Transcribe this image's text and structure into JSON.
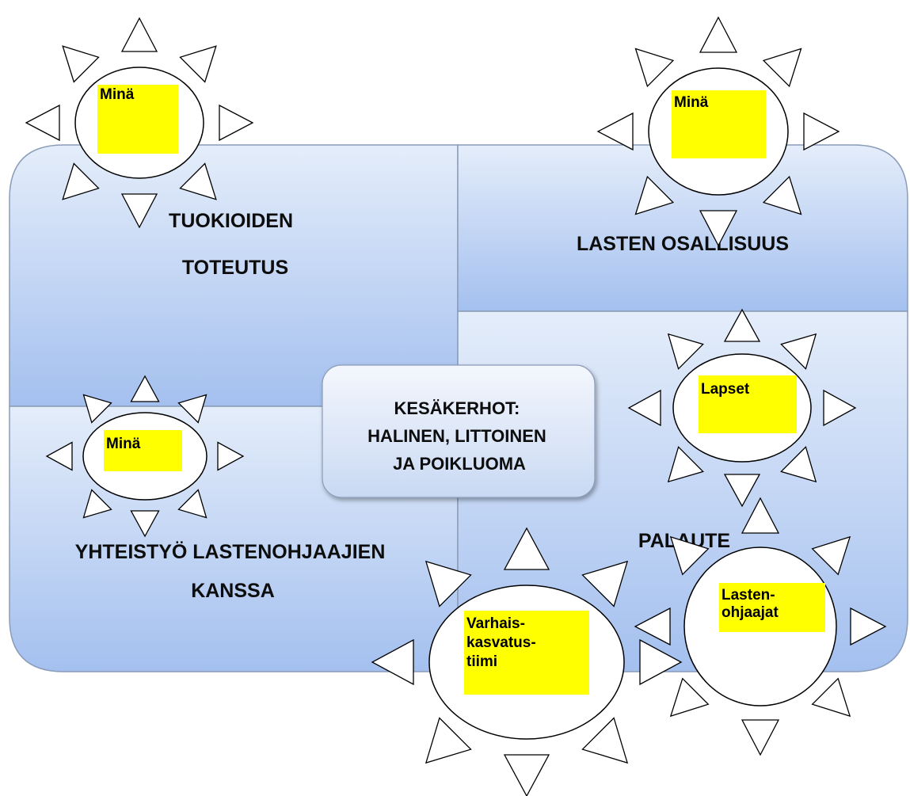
{
  "quadrants": {
    "top_left": {
      "lines": [
        "TUOKIOIDEN",
        "TOTEUTUS"
      ]
    },
    "top_right": {
      "lines": [
        "LASTEN OSALLISUUS"
      ]
    },
    "bottom_left": {
      "lines": [
        "YHTEISTYÖ LASTENOHJAAJIEN",
        "KANSSA"
      ]
    },
    "bottom_right": {
      "lines": [
        "PALAUTE"
      ]
    }
  },
  "center": {
    "lines": [
      "KESÄKERHOT:",
      "HALINEN, LITTOINEN",
      "JA POIKLUOMA"
    ]
  },
  "suns": [
    {
      "lines": [
        "Minä"
      ]
    },
    {
      "lines": [
        "Minä"
      ]
    },
    {
      "lines": [
        "Minä"
      ]
    },
    {
      "lines": [
        "Lapset"
      ]
    },
    {
      "lines": [
        "Varhais-",
        "kasvatus-",
        "tiimi"
      ]
    },
    {
      "lines": [
        "Lasten-",
        "ohjaajat"
      ]
    }
  ],
  "colors": {
    "quadrant_top": "#e4edfa",
    "quadrant_bottom": "#a4c0ef",
    "quadrant_border": "#8a9cb8",
    "label_highlight": "#ffff00",
    "center_box_top": "#f4f7fd",
    "center_box_bottom": "#c9d9f3"
  }
}
